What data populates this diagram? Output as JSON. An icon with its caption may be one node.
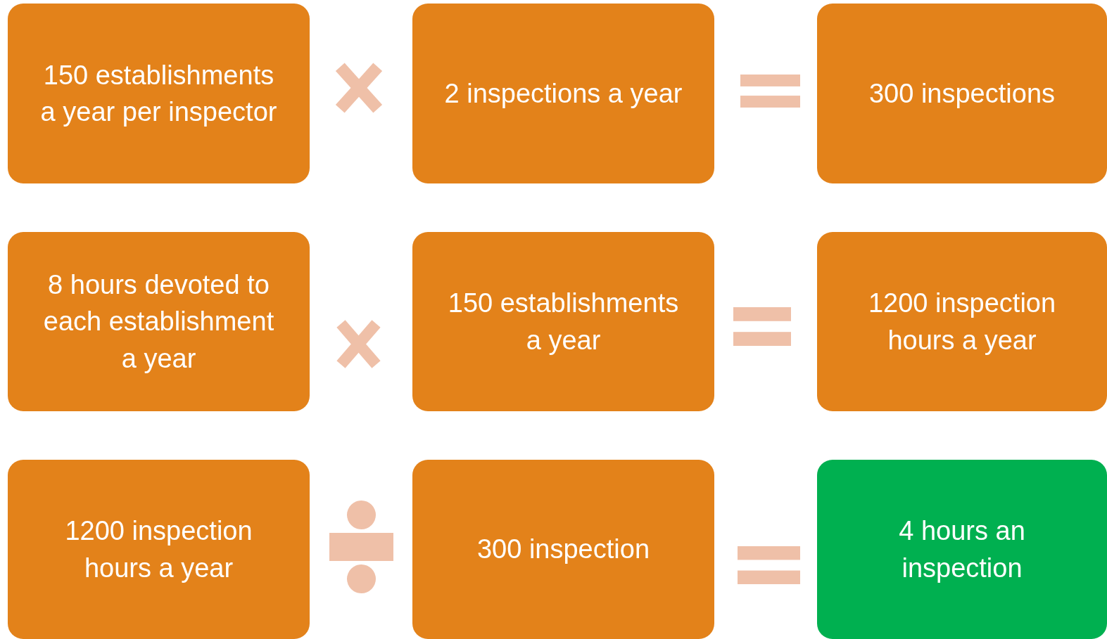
{
  "diagram": {
    "nodes": [
      {
        "text": [
          "150 establishments a year per inspector"
        ]
      },
      {
        "text": [
          "2 inspections a year"
        ]
      },
      {
        "text": [
          "300 inspections"
        ]
      },
      {
        "text": [
          "8 hours devoted to each establishment a year"
        ]
      },
      {
        "text": [
          "150 establishments a year"
        ]
      },
      {
        "text": [
          "1200 inspection hours a year"
        ]
      },
      {
        "text": [
          "1200 inspection hours a year"
        ]
      },
      {
        "text": [
          "300 inspection"
        ]
      },
      {
        "text": [
          "4 hours an inspection"
        ]
      }
    ]
  }
}
